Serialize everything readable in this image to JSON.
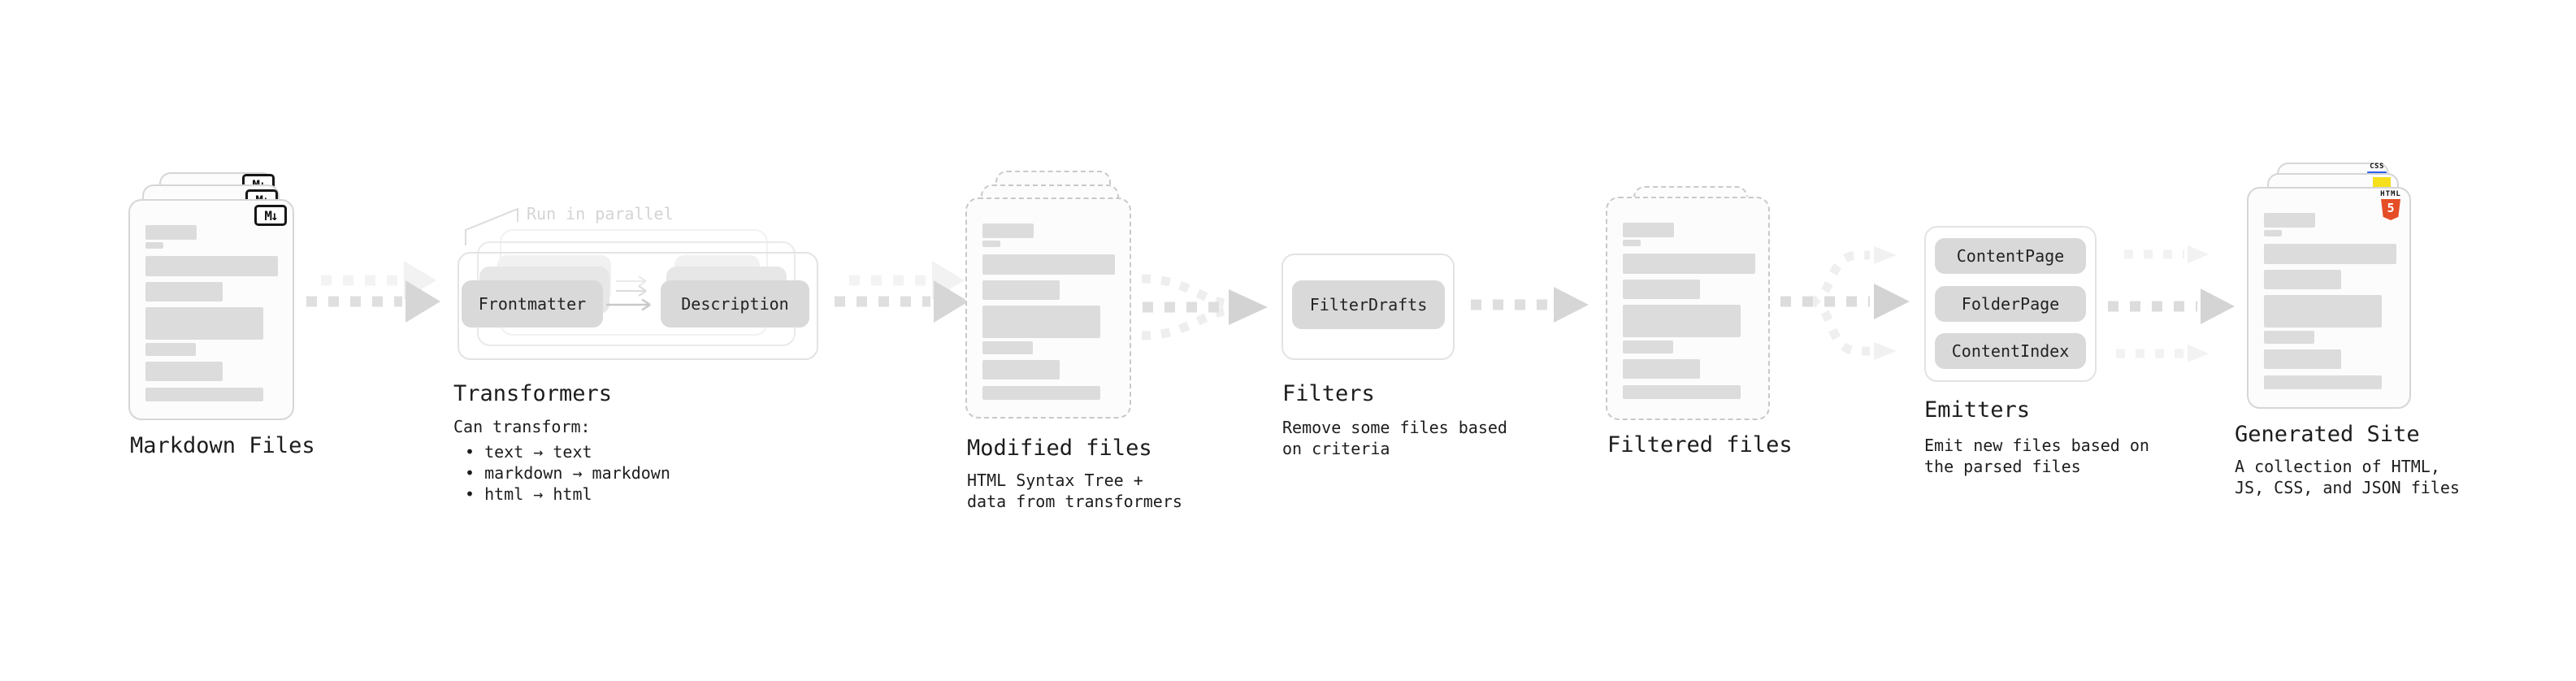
{
  "palette": {
    "background": "#ffffff",
    "ink": "#1d1d1d",
    "chip_fill": "#d9d9d9",
    "skeleton_bar": "#dcdcdc",
    "doc_fill": "#fcfcfc",
    "doc_border": "#d6d6d6",
    "doc_border_dashed": "#c9c9c9",
    "frame_border": "#e3e3e3",
    "arrow": "#dfdfdf",
    "arrow_head": "#d5d5d5",
    "arrow_faint": "#f2f2f2",
    "note_text": "#d4d4d4",
    "html5_orange": "#e44d26",
    "js_yellow": "#f6df1d",
    "css_blue": "#2d62e8"
  },
  "nodes": {
    "markdown": {
      "title": "Markdown Files",
      "badge": "M↓"
    },
    "transformers": {
      "title": "Transformers",
      "note": "Run in parallel",
      "source_btn": "Frontmatter",
      "target_btn": "Description",
      "intro": "Can transform:",
      "bullets": [
        "• text → text",
        "• markdown → markdown",
        "• html → html"
      ]
    },
    "modified": {
      "title": "Modified files",
      "body": [
        "HTML Syntax Tree +",
        "data from transformers"
      ]
    },
    "filters": {
      "title": "Filters",
      "btn": "FilterDrafts",
      "body": [
        "Remove some files based",
        "on criteria"
      ]
    },
    "filtered": {
      "title": "Filtered files"
    },
    "emitters": {
      "title": "Emitters",
      "buttons": [
        "ContentPage",
        "FolderPage",
        "ContentIndex"
      ],
      "body": [
        "Emit new files based on",
        "the parsed files"
      ]
    },
    "generated": {
      "title": "Generated Site",
      "body": [
        "A collection of HTML,",
        "JS, CSS, and JSON files"
      ],
      "badges": {
        "html": {
          "label": "HTML",
          "number": "5"
        },
        "css": "CSS"
      }
    }
  },
  "skeleton": [
    [
      63,
      18,
      3
    ],
    [
      22,
      8,
      9
    ],
    [
      163,
      25,
      7
    ],
    [
      95,
      24,
      7
    ],
    [
      145,
      40,
      4
    ],
    [
      62,
      16,
      7
    ],
    [
      95,
      24,
      8
    ],
    [
      145,
      17,
      0
    ]
  ]
}
